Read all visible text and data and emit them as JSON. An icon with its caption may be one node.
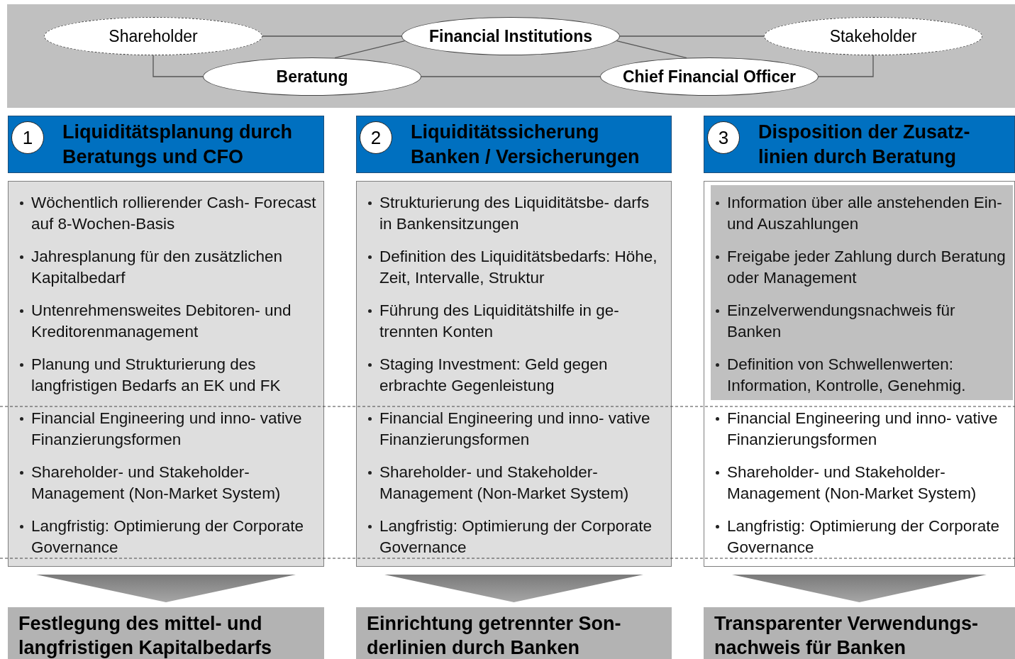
{
  "diagram": {
    "nodes": [
      {
        "text": [
          "Shareholder"
        ]
      },
      {
        "text": [
          "Financial Institutions"
        ]
      },
      {
        "text": [
          "Stakeholder"
        ]
      },
      {
        "text": [
          "Beratung"
        ]
      },
      {
        "text": [
          "Chief Financial Officer"
        ]
      },
      {
        "text": [
          "Liquiditätsplanung durch Beratungs und CFO"
        ]
      },
      {
        "text": [
          "1"
        ],
        "in": 5
      },
      {
        "text": [
          "Liquiditätssicherung Banken / Versicherungen"
        ]
      },
      {
        "text": [
          "2"
        ],
        "in": 7
      },
      {
        "text": [
          "Disposition der Zusatz- linien durch Beratung"
        ]
      },
      {
        "text": [
          "3"
        ],
        "in": 9
      },
      {
        "text": [
          "Wöchentlich rollierender Cash- Forecast auf 8-Wochen-Basis",
          "Jahresplanung für den zusätzlichen Kapitalbedarf",
          "Untenrehmensweites Debitoren- und Kreditorenmanagement",
          "Planung und Strukturierung des langfristigen Bedarfs an EK und FK",
          "Financial Engineering und inno- vative Finanzierungsformen",
          "Shareholder- und Stakeholder- Management (Non-Market System)",
          "Langfristig: Optimierung der Corporate Governance"
        ]
      },
      {
        "text": [
          "Strukturierung des Liquiditätsbe- darfs in Bankensitzungen",
          "Definition des Liquiditätsbedarfs: Höhe, Zeit, Intervalle, Struktur",
          "Führung des Liquiditätshilfe in ge- trennten Konten",
          "Staging Investment: Geld gegen erbrachte Gegenleistung",
          "Financial Engineering und inno- vative Finanzierungsformen",
          "Shareholder- und Stakeholder- Management (Non-Market System)",
          "Langfristig: Optimierung der Corporate Governance"
        ]
      },
      {
        "text": [
          "Financial Engineering und inno- vative Finanzierungsformen",
          "Shareholder- und Stakeholder- Management (Non-Market System)",
          "Langfristig: Optimierung der Corporate Governance"
        ]
      },
      {
        "text": [
          "Information über alle anstehenden Ein- und Auszahlungen",
          "Freigabe jeder Zahlung durch Beratung oder Management",
          "Einzelverwendungsnachweis für Banken",
          "Definition von Schwellenwerten: Information, Kontrolle, Genehmig."
        ],
        "in": 13
      },
      {
        "text": [
          "Festlegung des mittel- und langfristigen Kapitalbedarfs"
        ]
      },
      {
        "text": [
          "Einrichtung getrennter Son- derlinien durch Banken"
        ]
      },
      {
        "text": [
          "Transparenter Verwendungs- nachweis für Banken"
        ]
      }
    ],
    "edges": [
      {
        "from": 0,
        "to": 1,
        "arrow": "none"
      },
      {
        "from": 1,
        "to": 2,
        "arrow": "none"
      },
      {
        "from": 1,
        "to": 3,
        "arrow": "none"
      },
      {
        "from": 1,
        "to": 4,
        "arrow": "none"
      },
      {
        "from": 3,
        "to": 4,
        "arrow": "none"
      },
      {
        "from": 0,
        "to": 3,
        "arrow": "none"
      },
      {
        "from": 2,
        "to": 4,
        "arrow": "none"
      },
      {
        "from": 11,
        "to": 15,
        "arrow": "to"
      },
      {
        "from": 12,
        "to": 16,
        "arrow": "to"
      },
      {
        "from": 13,
        "to": 17,
        "arrow": "to"
      }
    ]
  }
}
